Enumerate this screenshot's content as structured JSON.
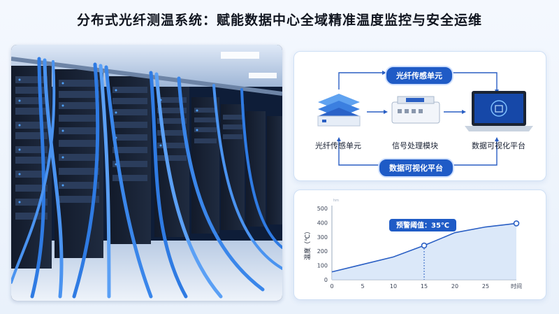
{
  "title": "分布式光纤测温系统：赋能数据中心全域精准温度监控与安全运维",
  "flow": {
    "top_pill": "光纤传感单元",
    "bottom_pill": "数据可视化平台",
    "nodes": [
      "光纤传感单元",
      "信号处理模块",
      "数据可视化平台"
    ]
  },
  "chart_data": {
    "type": "line",
    "x": [
      0,
      10,
      15,
      20,
      25,
      30
    ],
    "y": [
      55,
      160,
      240,
      330,
      370,
      395
    ],
    "xticks": [
      0,
      5,
      10,
      15,
      20,
      25
    ],
    "x_end_label": "时间",
    "yticks": [
      0,
      100,
      200,
      300,
      400,
      500
    ],
    "ylabel": "温度（℃）",
    "yunit": "hm",
    "xlim": [
      0,
      30
    ],
    "ylim": [
      0,
      500
    ],
    "annotation": {
      "x": 15,
      "label": "预警阈值：35℃"
    },
    "colors": {
      "line": "#2a5fc4",
      "fill": "#cfe0f7"
    }
  }
}
